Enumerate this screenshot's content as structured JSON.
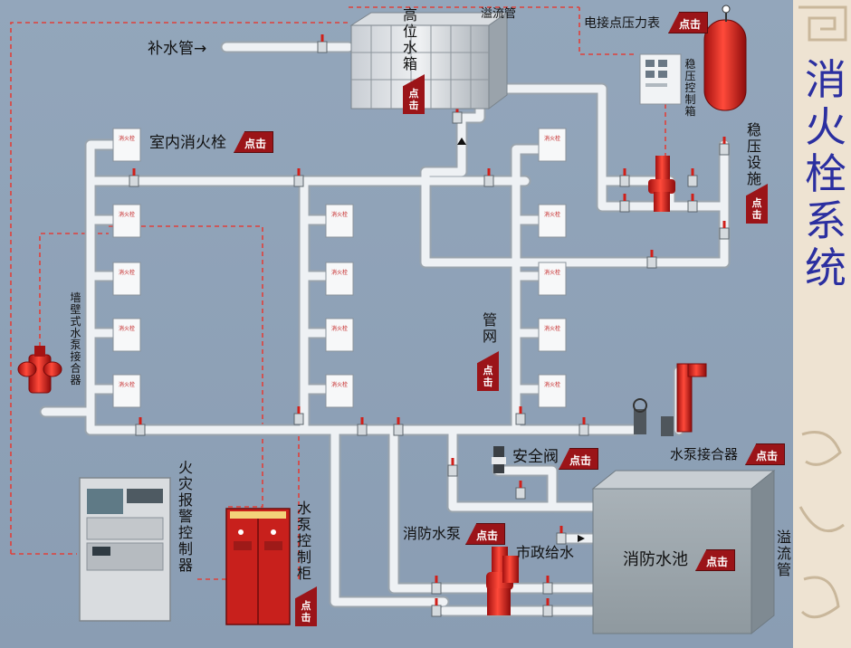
{
  "title": "消火栓系统",
  "button_text": "点击",
  "labels": {
    "makeup_pipe": "补水管→",
    "high_tank": "高位水箱",
    "overflow_top": "溢流管",
    "pressure_gauge": "电接点压力表",
    "pressure_cabinet": "稳压控制箱",
    "stabilizer": "稳压设施",
    "indoor_hydrant": "室内消火栓",
    "pipe_network": "管网",
    "wall_adapter": "墙壁式水泵接合器",
    "safety_valve": "安全阀",
    "pump_adapter": "水泵接合器",
    "fire_alarm": "火灾报警控制器",
    "pump_cabinet": "水泵控制柜",
    "fire_pump": "消防水泵",
    "city_supply": "市政给水",
    "fire_pool": "消防水池",
    "overflow_right": "溢流管"
  },
  "hydrant_box_text": "消火栓",
  "colors": {
    "background": "#8c9fb4",
    "pipe": "#e9edf0",
    "pipe_edge": "#9aa4ad",
    "red_equipment": "#d21f1f",
    "button": "#9b1418",
    "dashed_signal": "#e0403a",
    "title": "#2b2fa0"
  }
}
